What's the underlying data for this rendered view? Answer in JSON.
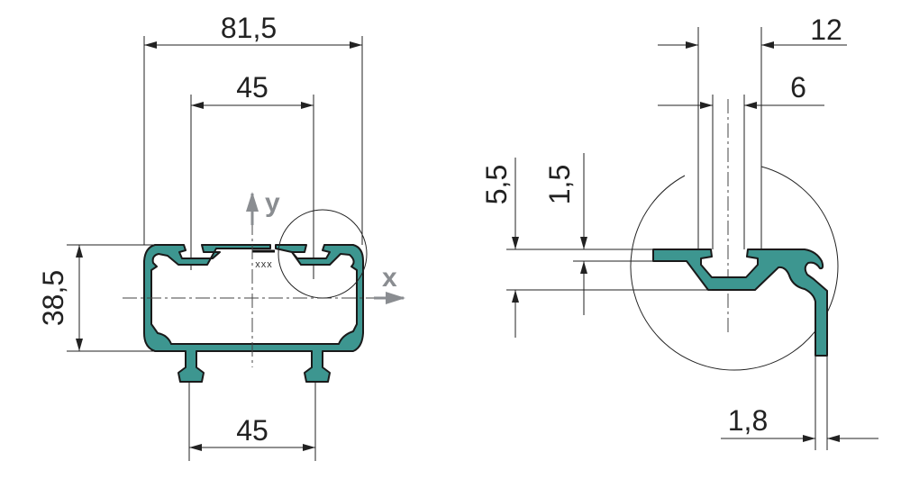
{
  "colors": {
    "profile_fill": "#3d9690",
    "axis_gray": "#8a8d91",
    "line": "#222222"
  },
  "main_view": {
    "width_label": "81,5",
    "top_slot_spacing_label": "45",
    "bottom_foot_spacing_label": "45",
    "height_label": "38,5",
    "y_axis_label": "y",
    "x_axis_label": "x",
    "marking_label": "xxx"
  },
  "detail_view": {
    "slot_outer_width_label": "12",
    "slot_opening_label": "6",
    "slot_depth_label": "5,5",
    "top_wall_label": "1,5",
    "side_wall_label": "1,8"
  }
}
